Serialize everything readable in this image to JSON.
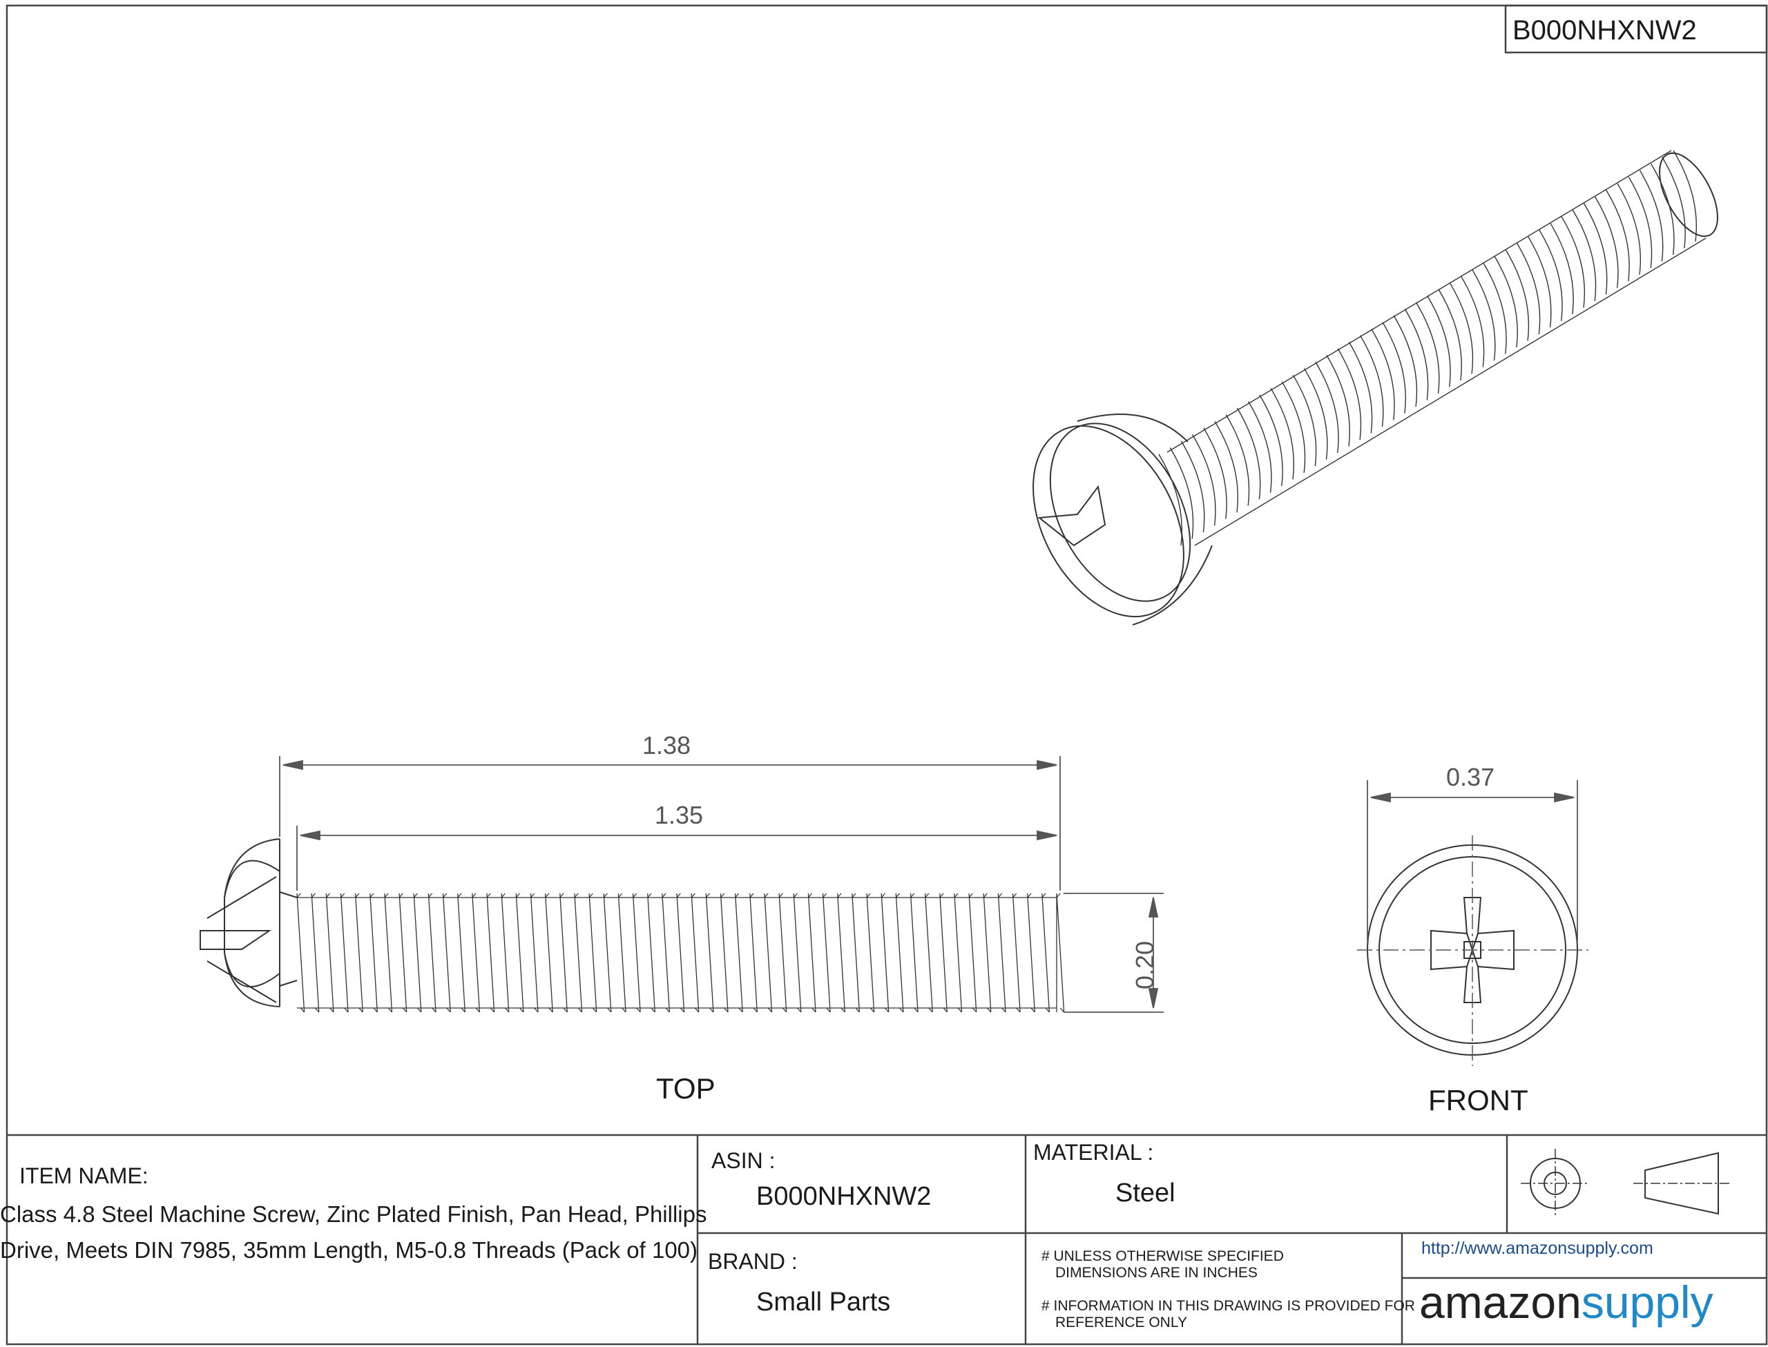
{
  "header": {
    "part_number": "B000NHXNW2"
  },
  "views": {
    "top_label": "TOP",
    "front_label": "FRONT"
  },
  "dimensions": {
    "overall_length": "1.38",
    "thread_length": "1.35",
    "thread_diameter": "0.20",
    "head_diameter": "0.37"
  },
  "title_block": {
    "item_name_label": "ITEM NAME:",
    "item_name_line1": "Class 4.8 Steel Machine Screw, Zinc Plated Finish, Pan Head, Phillips",
    "item_name_line2": "Drive, Meets DIN 7985, 35mm Length, M5-0.8 Threads (Pack of 100)",
    "asin_label": "ASIN :",
    "asin_value": "B000NHXNW2",
    "brand_label": "BRAND :",
    "brand_value": "Small Parts",
    "material_label": "MATERIAL :",
    "material_value": "Steel",
    "note1_line1": "# UNLESS OTHERWISE SPECIFIED",
    "note1_line2": "DIMENSIONS ARE IN INCHES",
    "note2_line1": "# INFORMATION IN THIS DRAWING IS PROVIDED FOR",
    "note2_line2": "REFERENCE ONLY",
    "url": "http://www.amazonsupply.com",
    "logo_part1": "amazon",
    "logo_part2": "supply"
  },
  "colors": {
    "line": "#444444",
    "logo_blue": "#1e88c9",
    "url_blue": "#1a4b8c"
  },
  "icons": [
    "projection-symbol-icon",
    "phillips-recess-icon"
  ]
}
